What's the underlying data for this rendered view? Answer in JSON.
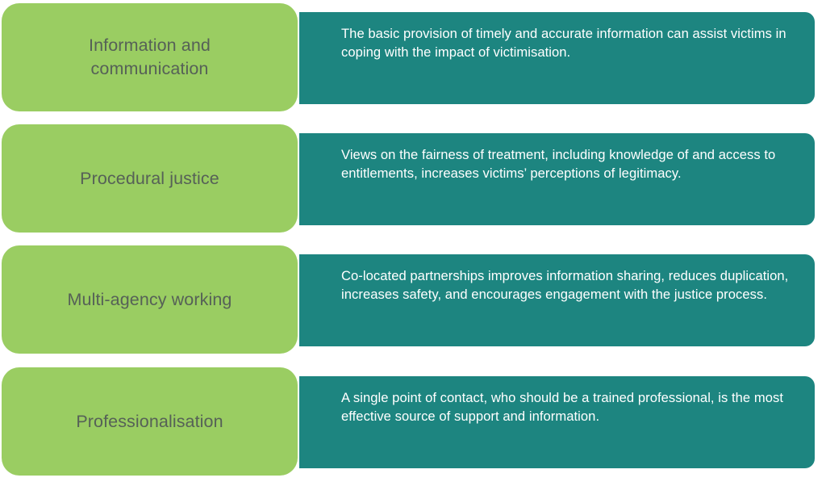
{
  "theme": {
    "background": "#ffffff",
    "label_card_color": "#9ACD62",
    "label_text_color": "#566157",
    "description_card_color": "#1D8580",
    "description_text_color": "#ffffff"
  },
  "rows": [
    {
      "label": "Information and\ncommunication",
      "description": "The basic provision of timely and accurate information can assist victims in coping with the impact of victimisation."
    },
    {
      "label": "Procedural justice",
      "description": "Views on the fairness of treatment, including knowledge of and access to entitlements, increases victims’ perceptions of legitimacy."
    },
    {
      "label": "Multi-agency working",
      "description": "Co-located partnerships improves information sharing, reduces duplication, increases safety, and encourages engagement with the justice process."
    },
    {
      "label": "Professionalisation",
      "description": "A single point of contact, who should be a trained professional, is the most effective source of support and information."
    }
  ]
}
